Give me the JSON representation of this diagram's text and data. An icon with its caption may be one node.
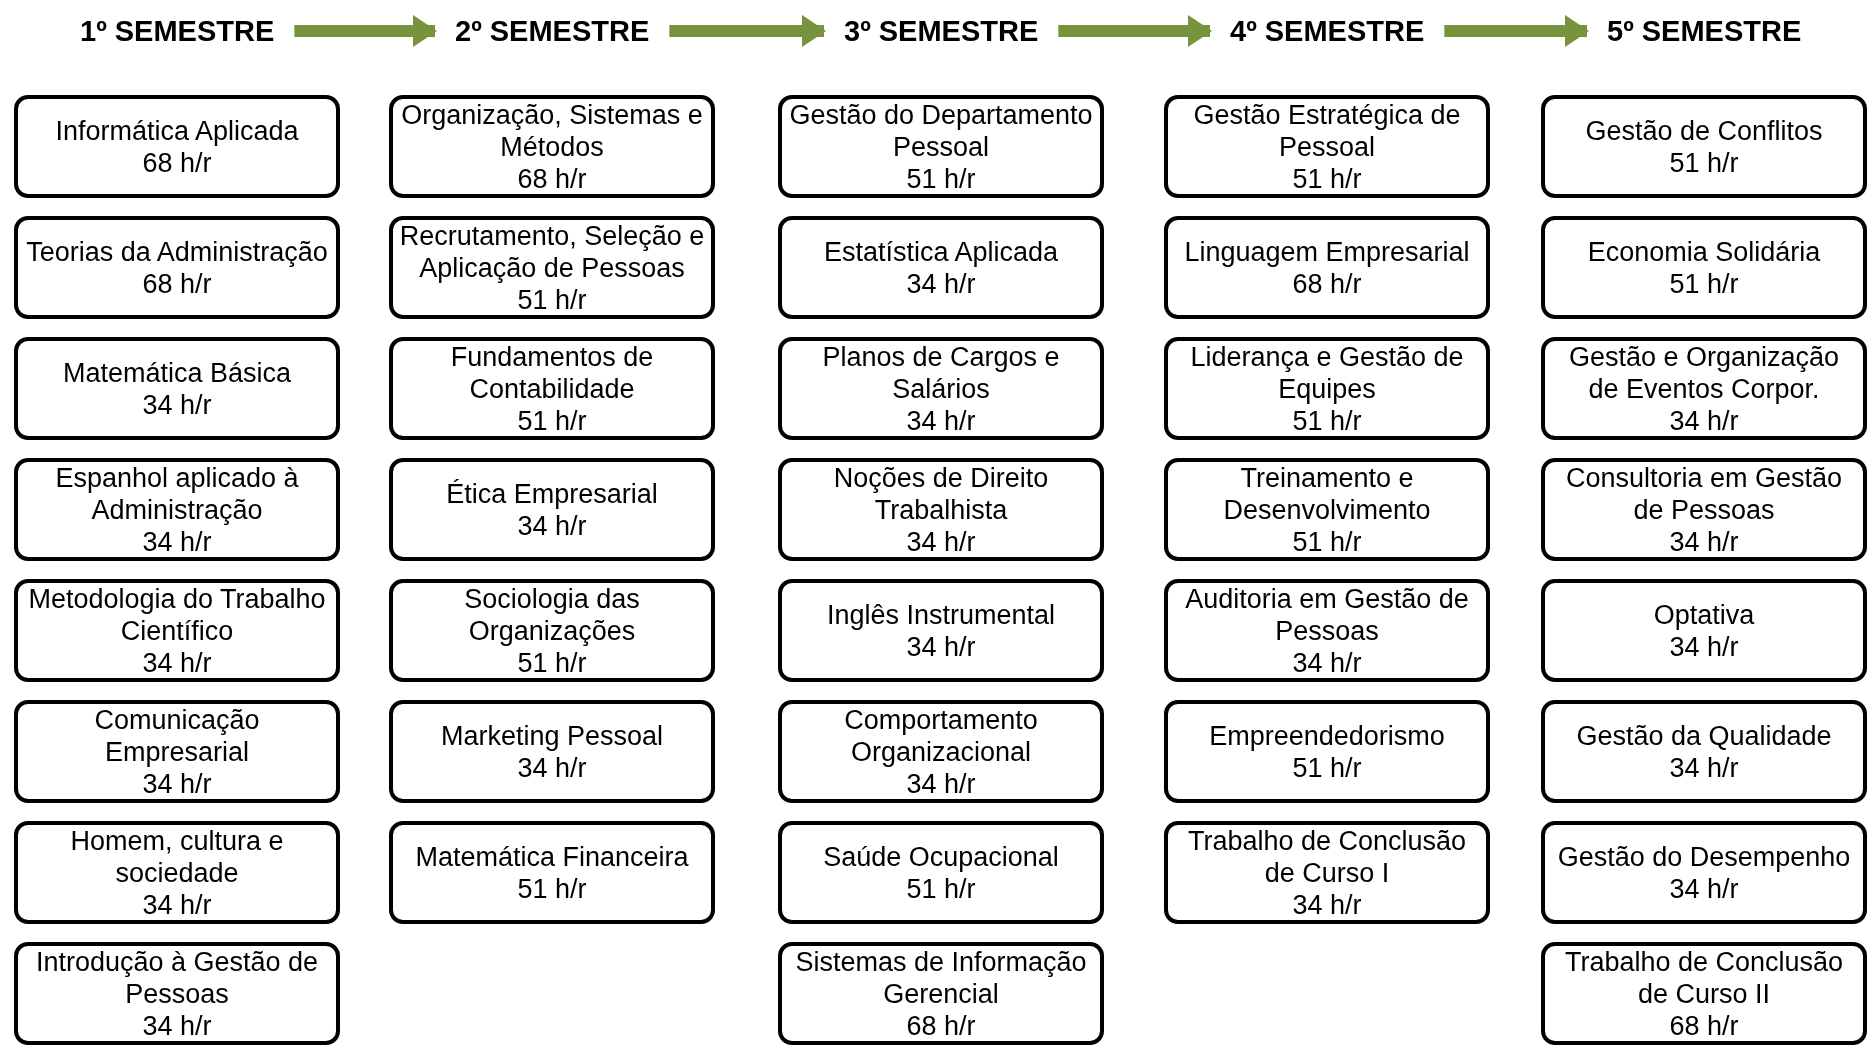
{
  "diagram": {
    "nodes": [
      {
        "text": [
          "1º SEMESTRE"
        ]
      },
      {
        "text": [
          "Informática Aplicada",
          "68 h/r"
        ]
      },
      {
        "text": [
          "Teorias da Administração",
          "68 h/r"
        ]
      },
      {
        "text": [
          "Matemática Básica",
          "34 h/r"
        ]
      },
      {
        "text": [
          "Espanhol aplicado à Administração",
          "34 h/r"
        ]
      },
      {
        "text": [
          "Metodologia do Trabalho Científico",
          "34 h/r"
        ]
      },
      {
        "text": [
          "Comunicação Empresarial",
          "34 h/r"
        ]
      },
      {
        "text": [
          "Homem, cultura e sociedade",
          "34 h/r"
        ]
      },
      {
        "text": [
          "Introdução à Gestão de Pessoas",
          "34 h/r"
        ]
      },
      {
        "text": [
          "2º SEMESTRE"
        ]
      },
      {
        "text": [
          "Organização, Sistemas e Métodos",
          "68 h/r"
        ]
      },
      {
        "text": [
          "Recrutamento, Seleção e Aplicação de Pessoas",
          "51 h/r"
        ]
      },
      {
        "text": [
          "Fundamentos de Contabilidade",
          "51 h/r"
        ]
      },
      {
        "text": [
          "Ética Empresarial",
          "34 h/r"
        ]
      },
      {
        "text": [
          "Sociologia das Organizações",
          "51 h/r"
        ]
      },
      {
        "text": [
          "Marketing Pessoal",
          "34 h/r"
        ]
      },
      {
        "text": [
          "Matemática Financeira",
          "51 h/r"
        ]
      },
      {
        "text": [
          "3º SEMESTRE"
        ]
      },
      {
        "text": [
          "Gestão do Departamento Pessoal",
          "51 h/r"
        ]
      },
      {
        "text": [
          "Estatística Aplicada",
          "34 h/r"
        ]
      },
      {
        "text": [
          "Planos de Cargos e Salários",
          "34 h/r"
        ]
      },
      {
        "text": [
          "Noções de Direito Trabalhista",
          "34 h/r"
        ]
      },
      {
        "text": [
          "Inglês Instrumental",
          "34 h/r"
        ]
      },
      {
        "text": [
          "Comportamento Organizacional",
          "34 h/r"
        ]
      },
      {
        "text": [
          "Saúde Ocupacional",
          "51 h/r"
        ]
      },
      {
        "text": [
          "Sistemas de Informação Gerencial",
          "68 h/r"
        ]
      },
      {
        "text": [
          "4º SEMESTRE"
        ]
      },
      {
        "text": [
          "Gestão Estratégica de Pessoal",
          "51 h/r"
        ]
      },
      {
        "text": [
          "Linguagem Empresarial",
          "68 h/r"
        ]
      },
      {
        "text": [
          "Liderança e Gestão de Equipes",
          "51 h/r"
        ]
      },
      {
        "text": [
          "Treinamento e Desenvolvimento",
          "51 h/r"
        ]
      },
      {
        "text": [
          "Auditoria em Gestão de Pessoas",
          "34 h/r"
        ]
      },
      {
        "text": [
          "Empreendedorismo",
          "51 h/r"
        ]
      },
      {
        "text": [
          "Trabalho de Conclusão de Curso I",
          "34 h/r"
        ]
      },
      {
        "text": [
          "5º SEMESTRE"
        ]
      },
      {
        "text": [
          "Gestão de Conflitos",
          "51 h/r"
        ]
      },
      {
        "text": [
          "Economia Solidária",
          "51 h/r"
        ]
      },
      {
        "text": [
          "Gestão e Organização de Eventos Corpor.",
          "34 h/r"
        ]
      },
      {
        "text": [
          "Consultoria em Gestão de Pessoas",
          "34 h/r"
        ]
      },
      {
        "text": [
          "Optativa",
          "34 h/r"
        ]
      },
      {
        "text": [
          "Gestão da Qualidade",
          "34 h/r"
        ]
      },
      {
        "text": [
          "Gestão do Desempenho",
          "34 h/r"
        ]
      },
      {
        "text": [
          "Trabalho de Conclusão de Curso II",
          "68 h/r"
        ]
      }
    ],
    "edges": [
      {
        "from": 0,
        "to": 9,
        "arrow": "to",
        "color": "#77933c"
      },
      {
        "from": 9,
        "to": 17,
        "arrow": "to",
        "color": "#77933c"
      },
      {
        "from": 17,
        "to": 26,
        "arrow": "to",
        "color": "#77933c"
      },
      {
        "from": 26,
        "to": 34,
        "arrow": "to",
        "color": "#77933c"
      }
    ]
  }
}
